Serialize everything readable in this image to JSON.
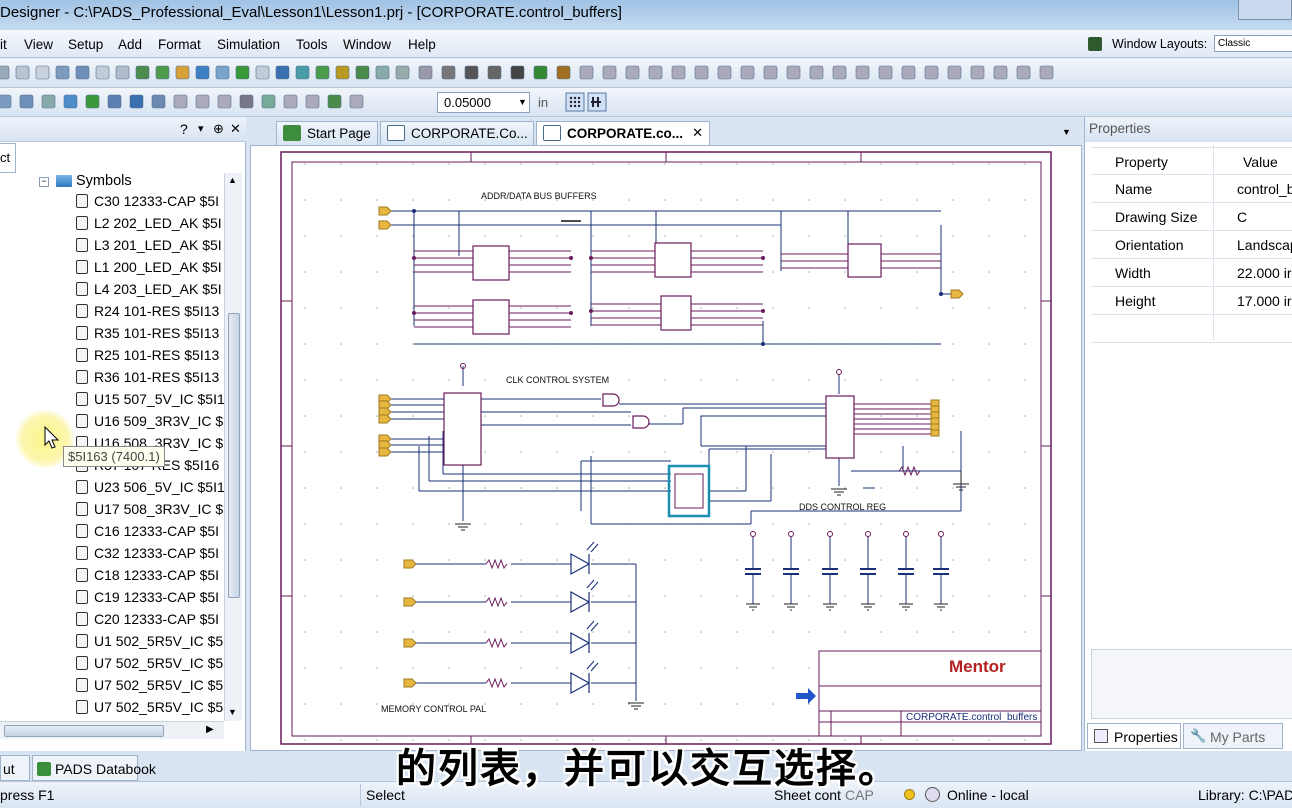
{
  "window": {
    "title": "Designer - C:\\PADS_Professional_Eval\\Lesson1\\Lesson1.prj - [CORPORATE.control_buffers]"
  },
  "menu": [
    "it",
    "View",
    "Setup",
    "Add",
    "Format",
    "Simulation",
    "Tools",
    "Window",
    "Help"
  ],
  "window_layouts": {
    "label": "Window Layouts:",
    "value": "Classic"
  },
  "grid": {
    "value": "0.05000",
    "unit": "in"
  },
  "left_panel": {
    "header_controls": [
      "?",
      "▾",
      "⊕",
      "✕"
    ],
    "tab_label": "ct",
    "tree_root": "Symbols",
    "items": [
      "C30 12333-CAP $5I",
      "L2 202_LED_AK $5I",
      "L3 201_LED_AK $5I",
      "L1 200_LED_AK $5I",
      "L4 203_LED_AK $5I",
      "R24 101-RES $5I13",
      "R35 101-RES $5I13",
      "R25 101-RES $5I13",
      "R36 101-RES $5I13",
      "U15 507_5V_IC $5I1",
      "U16 509_3R3V_IC $",
      "U16 508_3R3V_IC $",
      "R37 107-RES $5I16",
      "U23 506_5V_IC $5I1",
      "U17 508_3R3V_IC $",
      "C16 12333-CAP $5I",
      "C32 12333-CAP $5I",
      "C18 12333-CAP $5I",
      "C19 12333-CAP $5I",
      "C20 12333-CAP $5I",
      "U1 502_5R5V_IC $5",
      "U7 502_5R5V_IC $5",
      "U7 502_5R5V_IC $5",
      "U7 502_5R5V_IC $5"
    ],
    "tooltip": "$5I163 (7400.1)"
  },
  "doc_tabs": [
    "Start Page",
    "CORPORATE.Co...",
    "CORPORATE.co..."
  ],
  "schematic": {
    "labels": [
      "ADDR/DATA BUS BUFFERS",
      "CLK CONTROL SYSTEM",
      "DDS CONTROL REG",
      "MEMORY CONTROL PAL"
    ],
    "titleblock": {
      "logo": "Mentor",
      "name": "CORPORATE.control_buffers"
    }
  },
  "properties": {
    "title": "Properties",
    "headers": [
      "Property",
      "Value"
    ],
    "rows": [
      {
        "k": "Name",
        "v": "control_b"
      },
      {
        "k": "Drawing Size",
        "v": "C"
      },
      {
        "k": "Orientation",
        "v": "Landscap"
      },
      {
        "k": "Width",
        "v": "22.000 ir"
      },
      {
        "k": "Height",
        "v": "17.000 ir"
      }
    ],
    "tabs": [
      "Properties",
      "My Parts"
    ]
  },
  "bottom_tabs": [
    "ut",
    "PADS Databook"
  ],
  "status": {
    "help": "press F1",
    "mode": "Select",
    "sheet": "Sheet cont",
    "cap": "CAP",
    "online": "Online - local",
    "library": "Library: C:\\PAD"
  },
  "subtitle": "的列表，并可以交互选择。",
  "colors": {
    "wire": "#1a2f7a",
    "net": "#7a1060",
    "pin": "#e6b840",
    "select": "#1a8fb0",
    "title_bg": "#bcd3ec"
  }
}
